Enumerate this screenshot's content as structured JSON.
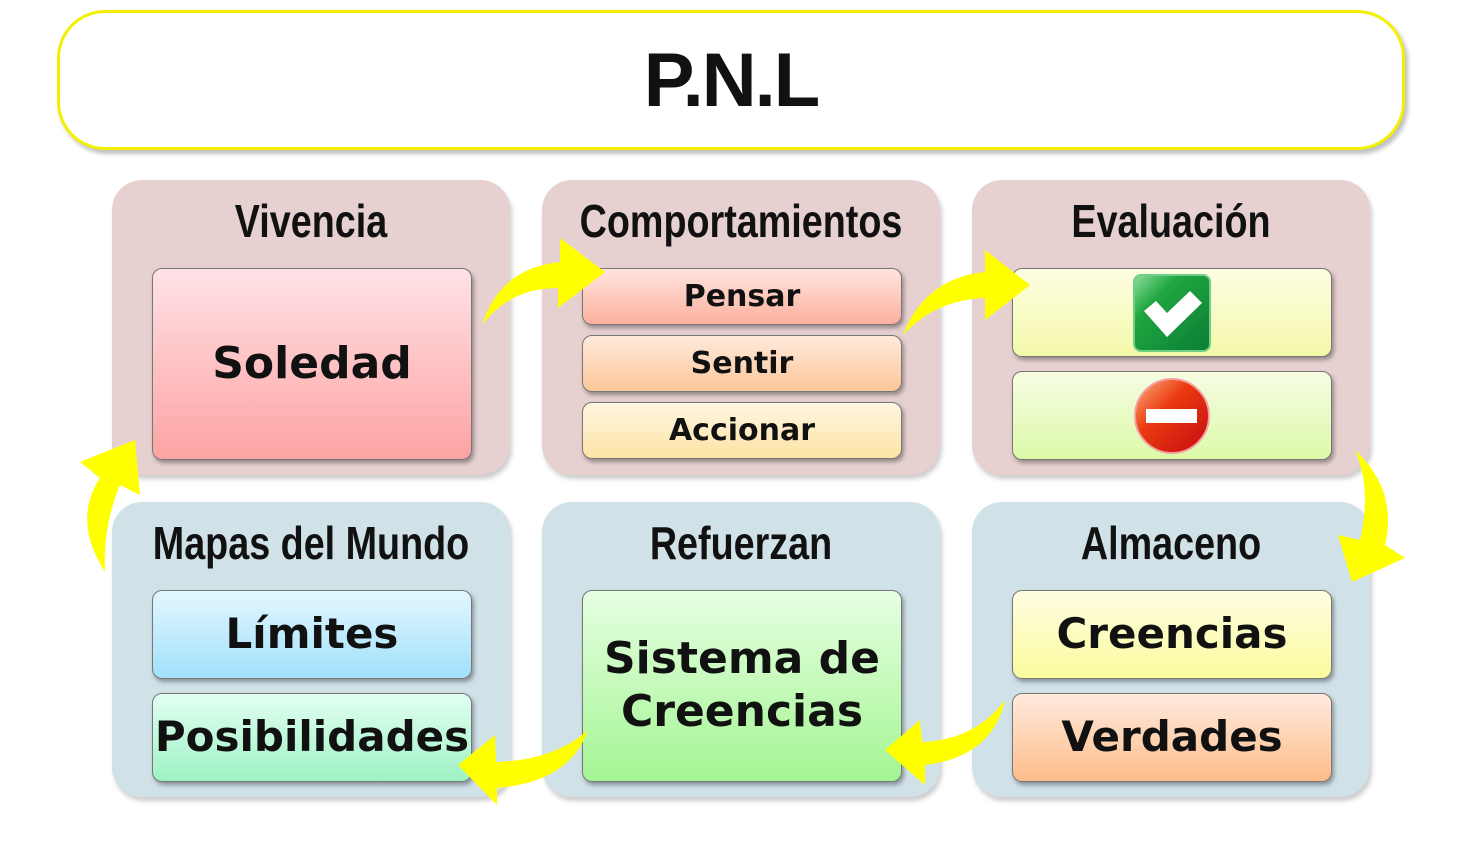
{
  "title": "P.N.L",
  "panels": {
    "vivencia": {
      "title": "Vivencia",
      "items": [
        "Soledad"
      ]
    },
    "comportamientos": {
      "title": "Comportamientos",
      "items": [
        "Pensar",
        "Sentir",
        "Accionar"
      ]
    },
    "evaluacion": {
      "title": "Evaluación",
      "icons": [
        "check-icon",
        "no-entry-icon"
      ]
    },
    "mapas": {
      "title": "Mapas del Mundo",
      "items": [
        "Límites",
        "Posibilidades"
      ]
    },
    "refuerzan": {
      "title": "Refuerzan",
      "items": [
        "Sistema de Creencias"
      ]
    },
    "almaceno": {
      "title": "Almaceno",
      "items": [
        "Creencias",
        "Verdades"
      ]
    }
  },
  "colors": {
    "arrow": "#ffff00",
    "pink_panel": "#e6d0d0",
    "blue_panel": "#d0e1e8",
    "title_border": "#f3f000"
  }
}
